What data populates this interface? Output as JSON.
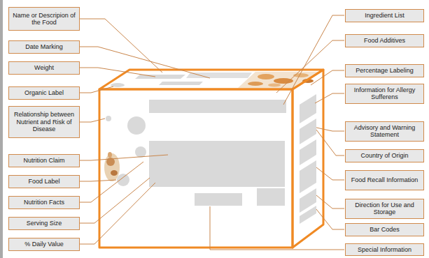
{
  "diagram": {
    "nodes": [
      {
        "text": [
          "Name or Descripion of the Food"
        ]
      },
      {
        "text": [
          "Date Marking"
        ]
      },
      {
        "text": [
          "Weight"
        ]
      },
      {
        "text": [
          "Organic Label"
        ]
      },
      {
        "text": [
          "Relationship between Nutrient and Risk of Disease"
        ]
      },
      {
        "text": [
          "Nutrition Claim"
        ]
      },
      {
        "text": [
          "Food Label"
        ]
      },
      {
        "text": [
          "Nutrition Facts"
        ]
      },
      {
        "text": [
          "Serving Size"
        ]
      },
      {
        "text": [
          "% Daily Value"
        ]
      },
      {
        "text": [
          "Ingredient List"
        ]
      },
      {
        "text": [
          "Food Additives"
        ]
      },
      {
        "text": [
          "Percentage Labeling"
        ]
      },
      {
        "text": [
          "Information for Allergy Sufferens"
        ]
      },
      {
        "text": [
          "Advisory and Warning Statement"
        ]
      },
      {
        "text": [
          "Country of Origin"
        ]
      },
      {
        "text": [
          "Food Recall Information"
        ]
      },
      {
        "text": [
          "Direction for Use and Storage"
        ]
      },
      {
        "text": [
          "Bar Codes"
        ]
      },
      {
        "text": [
          "Special Information"
        ]
      }
    ]
  }
}
